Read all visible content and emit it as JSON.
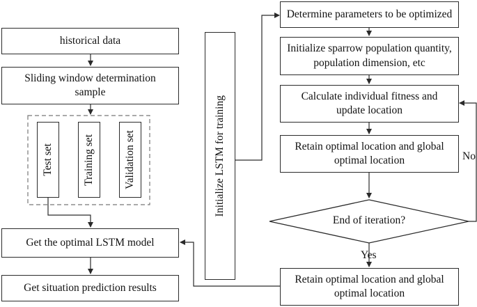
{
  "left": {
    "historical_data": "historical data",
    "sliding_window": "Sliding window determination sample",
    "test_set": "Test set",
    "training_set": "Training set",
    "validation_set": "Validation set",
    "optimal_model": "Get the optimal LSTM model",
    "prediction_results": "Get situation prediction results"
  },
  "middle": {
    "init_lstm": "Initialize LSTM for training"
  },
  "right": {
    "determine_params": "Determine parameters to be optimized",
    "init_sparrow": "Initialize sparrow population quantity, population dimension, etc",
    "calc_fitness": "Calculate individual fitness and update location",
    "retain_optimal_1": "Retain optimal location and global optimal location",
    "end_iteration": "End of iteration?",
    "retain_optimal_2": "Retain optimal location and global optimal location"
  },
  "labels": {
    "no": "No",
    "yes": "Yes"
  }
}
